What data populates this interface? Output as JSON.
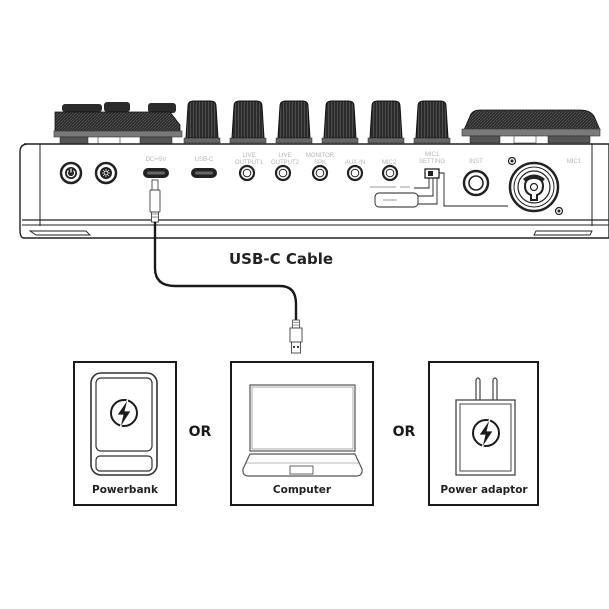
{
  "device": {
    "name": "audio mixer rear panel",
    "panel_labels": {
      "dc": "DC⎓5V",
      "usbc": "USB-C",
      "live_output1_a": "LIVE",
      "live_output1_b": "OUTPUT1",
      "live_output2_a": "LIVE",
      "live_output2_b": "OUTPUT2",
      "monitor_a": "MONITOR",
      "monitor_b": "SPK",
      "aux_in": "AUX-IN",
      "mic2": "MIC2",
      "mic1_setting_a": "MIC1",
      "mic1_setting_b": "SETTING",
      "inst": "INST",
      "mic1": "MIC1"
    }
  },
  "cable": {
    "label": "USB-C Cable"
  },
  "options": [
    {
      "label": "Powerbank",
      "icon": "powerbank-icon"
    },
    {
      "label": "Computer",
      "icon": "laptop-icon"
    },
    {
      "label": "Power adaptor",
      "icon": "power-adaptor-icon"
    }
  ],
  "separators": [
    "OR",
    "OR"
  ],
  "colors": {
    "line": "#1a1a1a",
    "knob": "#2a2a2a",
    "panel_text": "#b5b5b5"
  }
}
